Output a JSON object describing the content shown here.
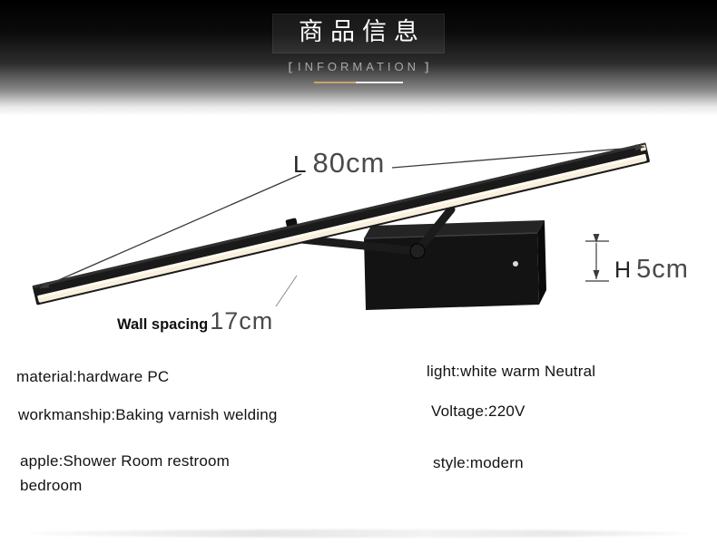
{
  "header": {
    "title": "商品信息",
    "bracket_left": "[",
    "subtitle": "INFORMATION",
    "bracket_right": "]"
  },
  "product": {
    "name": "wall-mounted-led-mirror-light",
    "dimensions": {
      "length_label": "L",
      "length_value": "80cm",
      "height_label": "H",
      "height_value": "5cm",
      "wall_spacing_label": "Wall spacing",
      "wall_spacing_value": "17cm"
    }
  },
  "specs": {
    "left": [
      "material:hardware PC",
      "workmanship:Baking varnish welding",
      "apple:Shower Room restroom bedroom"
    ],
    "right": [
      "light:white warm Neutral",
      "Voltage:220V",
      "style:modern"
    ]
  },
  "colors": {
    "accent_gold": "#c9a469",
    "divider_light": "#ededed",
    "lamp_black": "#1a1a1a",
    "led_warm_white": "#f8f0dc",
    "dimension_line": "#3b3b3b"
  }
}
